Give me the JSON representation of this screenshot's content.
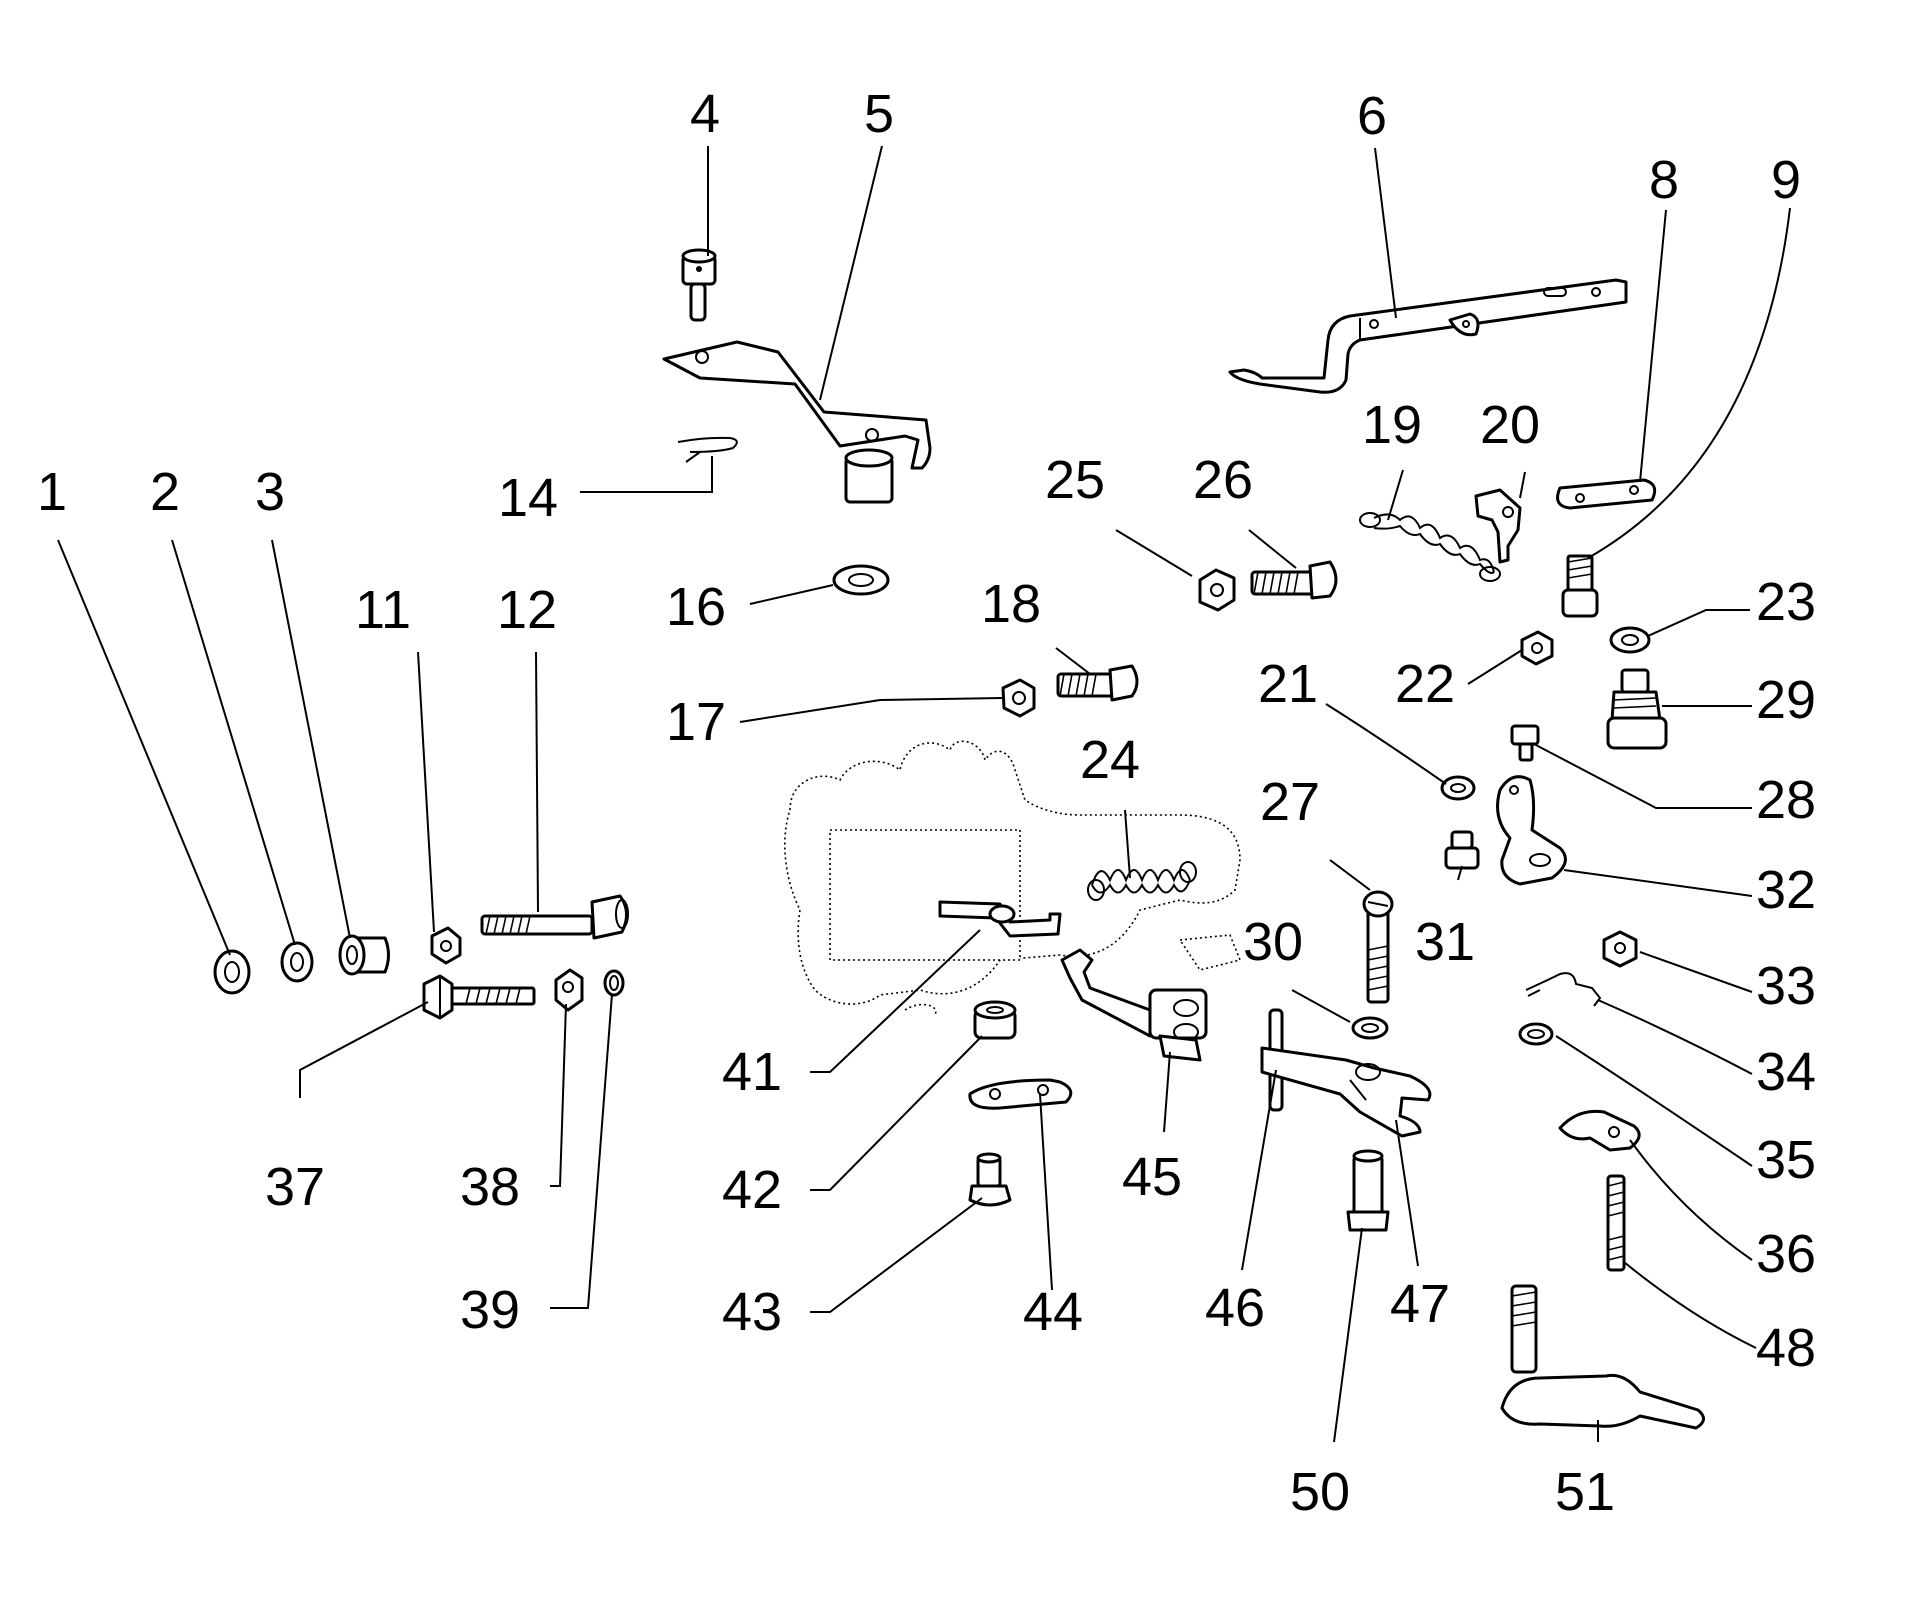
{
  "callouts": [
    "1",
    "2",
    "3",
    "4",
    "5",
    "6",
    "8",
    "9",
    "11",
    "12",
    "14",
    "16",
    "17",
    "18",
    "19",
    "20",
    "21",
    "22",
    "23",
    "24",
    "25",
    "26",
    "27",
    "28",
    "29",
    "30",
    "31",
    "32",
    "33",
    "34",
    "35",
    "36",
    "37",
    "38",
    "39",
    "41",
    "42",
    "43",
    "44",
    "45",
    "46",
    "47",
    "48",
    "50",
    "51"
  ],
  "colors": {
    "line": "#000000",
    "background": "#ffffff"
  }
}
